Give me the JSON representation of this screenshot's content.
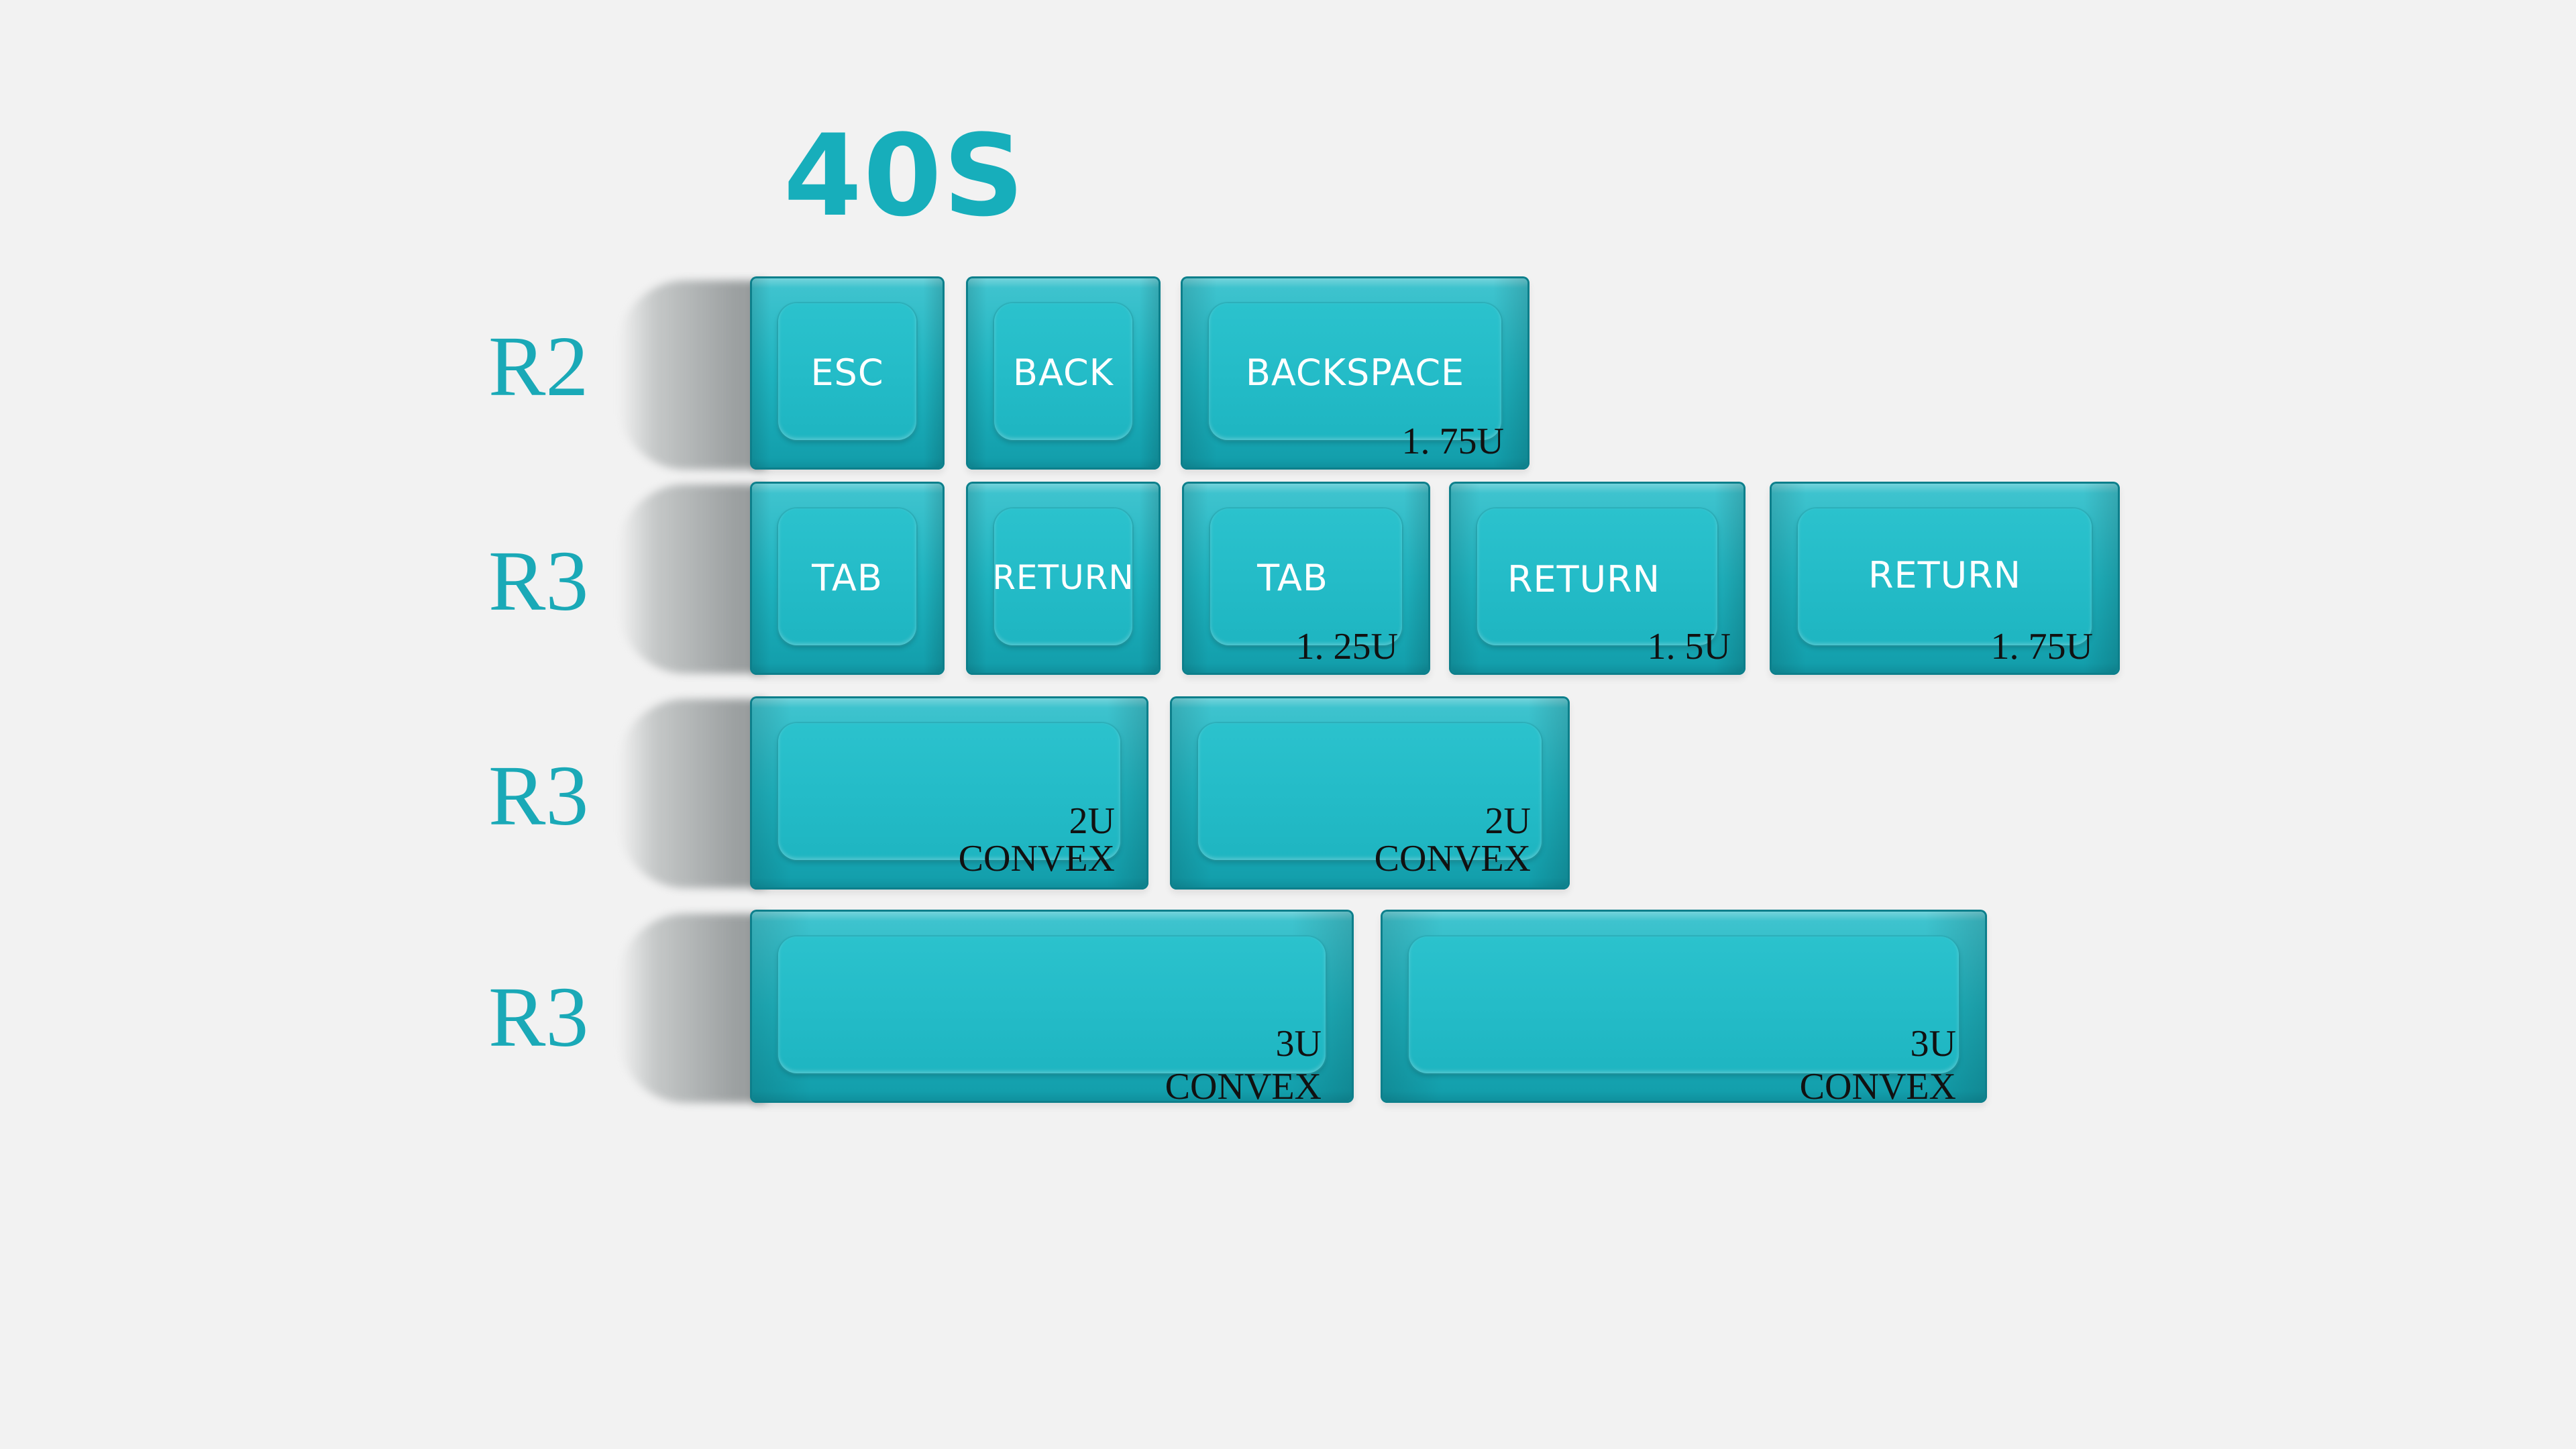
{
  "title": "40S",
  "rows": [
    {
      "label": "R2"
    },
    {
      "label": "R3"
    },
    {
      "label": "R3"
    },
    {
      "label": "R3"
    }
  ],
  "keys": {
    "esc": {
      "legend": "ESC"
    },
    "back": {
      "legend": "BACK"
    },
    "backspace": {
      "legend": "BACKSPACE",
      "size": "1. 75U"
    },
    "tab1": {
      "legend": "TAB"
    },
    "return1": {
      "legend": "RETURN"
    },
    "tab2": {
      "legend": "TAB",
      "size": "1. 25U"
    },
    "return2": {
      "legend": "RETURN",
      "size": "1. 5U"
    },
    "return3": {
      "legend": "RETURN",
      "size": "1. 75U"
    },
    "convex2a": {
      "size": "2U",
      "type": "CONVEX"
    },
    "convex2b": {
      "size": "2U",
      "type": "CONVEX"
    },
    "convex3a": {
      "size": "3U",
      "type": "CONVEX"
    },
    "convex3b": {
      "size": "3U",
      "type": "CONVEX"
    }
  },
  "colors": {
    "keycap": "#1fb3bf",
    "title": "#17aebb",
    "background": "#f2f2f2"
  }
}
